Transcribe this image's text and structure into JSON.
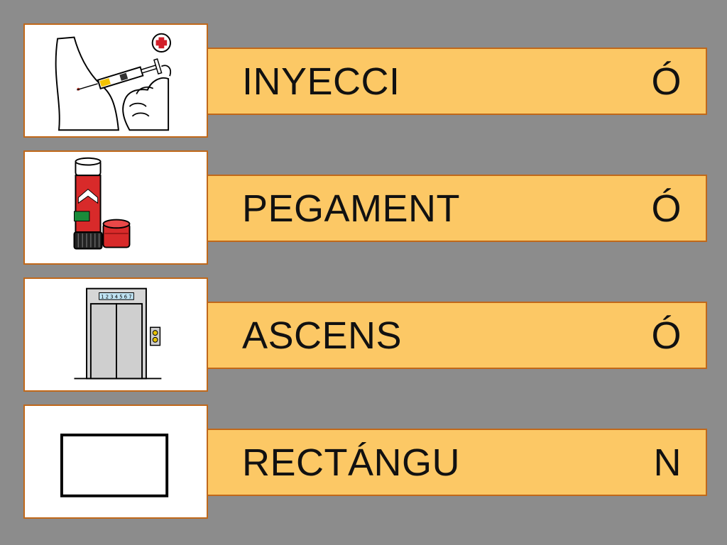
{
  "colors": {
    "background": "#8c8c8c",
    "bar_fill": "#fcc865",
    "frame_border": "#c0681a"
  },
  "rows": [
    {
      "picto_icon": "injection-icon",
      "stem": "INYECCI",
      "ending": "Ó"
    },
    {
      "picto_icon": "glue-stick-icon",
      "stem": "PEGAMENT",
      "ending": "Ó"
    },
    {
      "picto_icon": "elevator-icon",
      "stem": "ASCENS",
      "ending": "Ó",
      "elevator_floors": "1 2 3 4 5 6 7"
    },
    {
      "picto_icon": "rectangle-icon",
      "stem": "RECTÁNGU",
      "ending": "N"
    }
  ]
}
